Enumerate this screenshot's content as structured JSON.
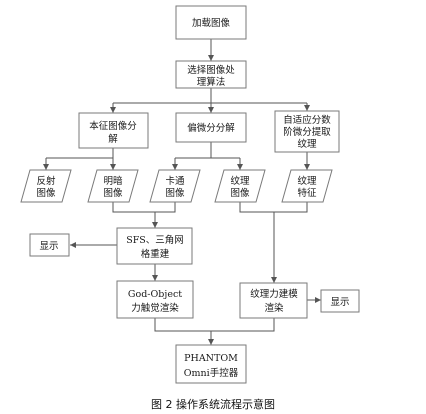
{
  "nodes": {
    "load": "加载图像",
    "select_l1": "选择图像处",
    "select_l2": "理算法",
    "intrinsic_l1": "本征图像分",
    "intrinsic_l2": "解",
    "pde": "偏微分分解",
    "adaptive_l1": "自适应分数",
    "adaptive_l2": "阶微分提取",
    "adaptive_l3": "纹理",
    "reflect_l1": "反射",
    "reflect_l2": "图像",
    "shade_l1": "明暗",
    "shade_l2": "图像",
    "cartoon_l1": "卡通",
    "cartoon_l2": "图像",
    "texture_img_l1": "纹理",
    "texture_img_l2": "图像",
    "texture_feat_l1": "纹理",
    "texture_feat_l2": "特征",
    "display_left": "显示",
    "sfs_l1": "SFS、三角网",
    "sfs_l2": "格重建",
    "godobj_l1": "God-Object",
    "godobj_l2": "力触觉渲染",
    "texforce_l1": "纹理力建模",
    "texforce_l2": "渲染",
    "display_right": "显示",
    "phantom_l1": "PHANTOM",
    "phantom_l2": "Omni手控器"
  },
  "caption": "图 2  操作系统流程示意图"
}
